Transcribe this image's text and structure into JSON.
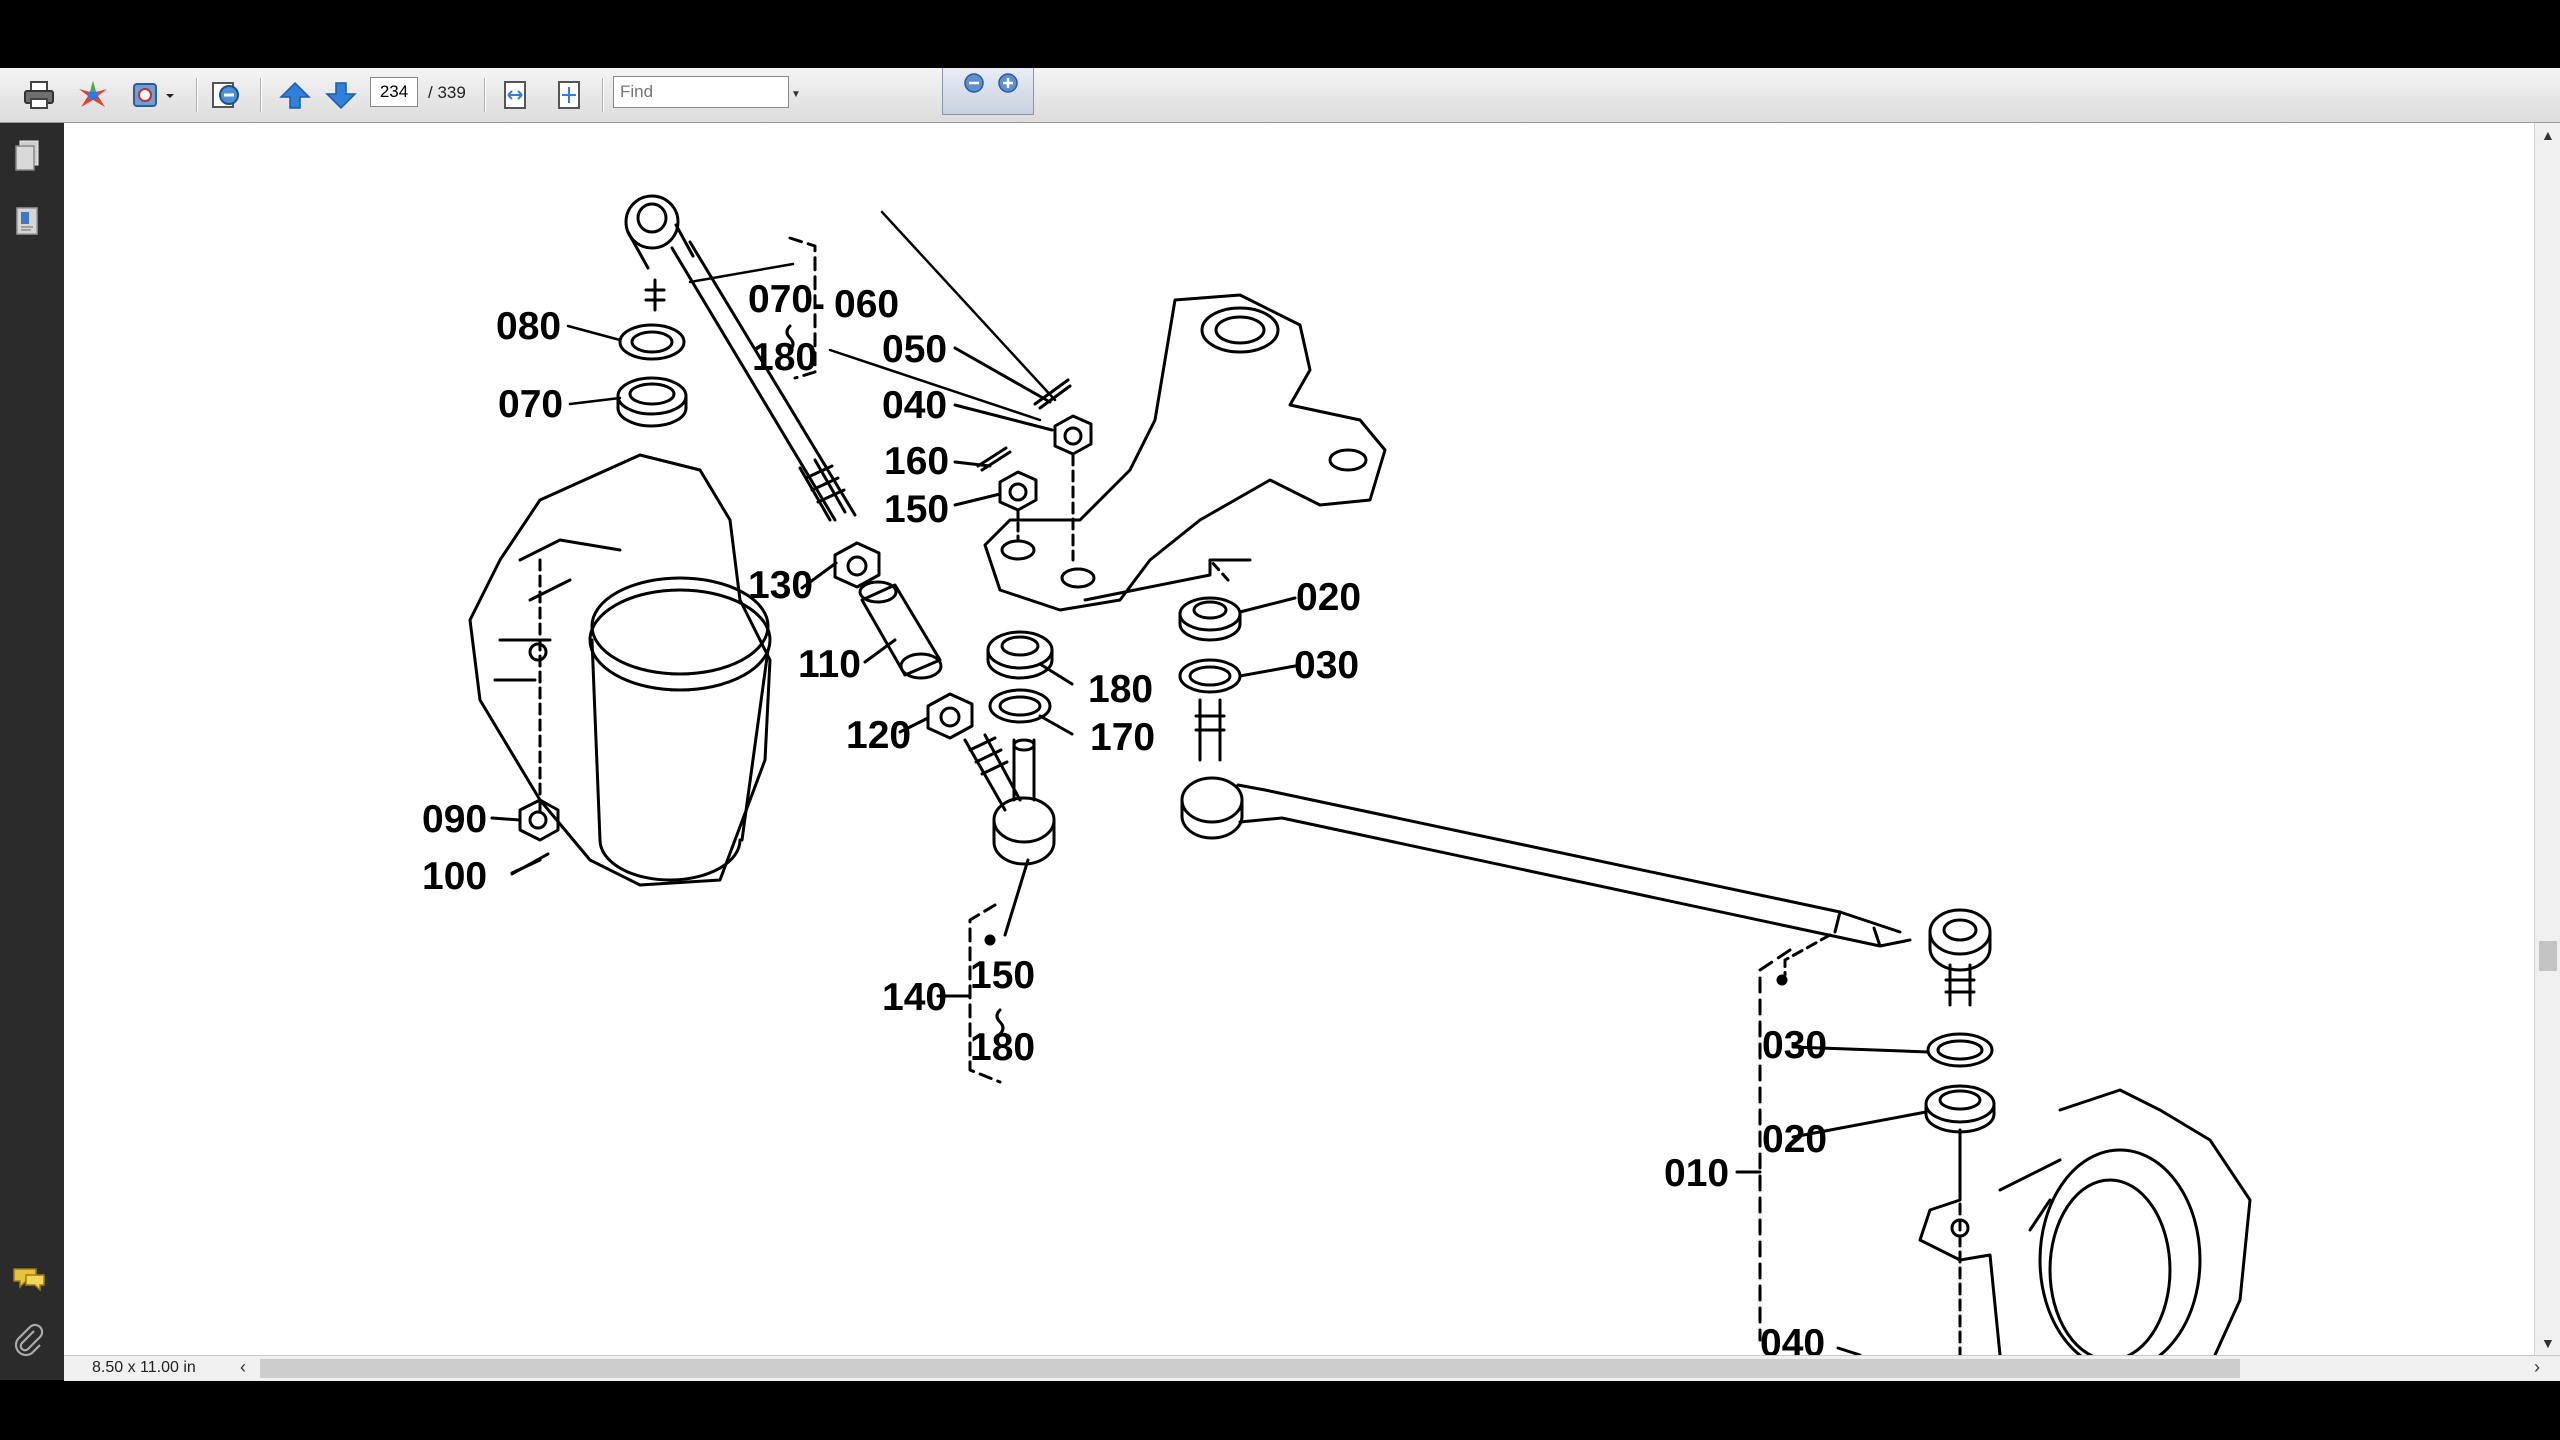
{
  "toolbar": {
    "page_current": "234",
    "page_total": "/ 339",
    "find_placeholder": "Find",
    "icons": [
      "print-icon",
      "star-logo-icon",
      "export-icon",
      "view-icon",
      "up-arrow-icon",
      "down-arrow-icon",
      "fit-width-icon",
      "fit-page-icon",
      "zoom-out-icon",
      "zoom-in-icon"
    ]
  },
  "status": {
    "page_size": "8.50 x 11.00 in"
  },
  "diagram": {
    "callouts": {
      "c080": "080",
      "c070a": "070",
      "c070b": "070",
      "c060": "060",
      "c180a": "180",
      "c050": "050",
      "c040a": "040",
      "c160": "160",
      "c150a": "150",
      "c130": "130",
      "c110": "110",
      "c120": "120",
      "c090": "090",
      "c100": "100",
      "c180b": "180",
      "c170": "170",
      "c020a": "020",
      "c030a": "030",
      "c140": "140",
      "c150b": "150",
      "c180c": "180",
      "c030b": "030",
      "c020b": "020",
      "c010": "010",
      "c040b": "040"
    }
  }
}
